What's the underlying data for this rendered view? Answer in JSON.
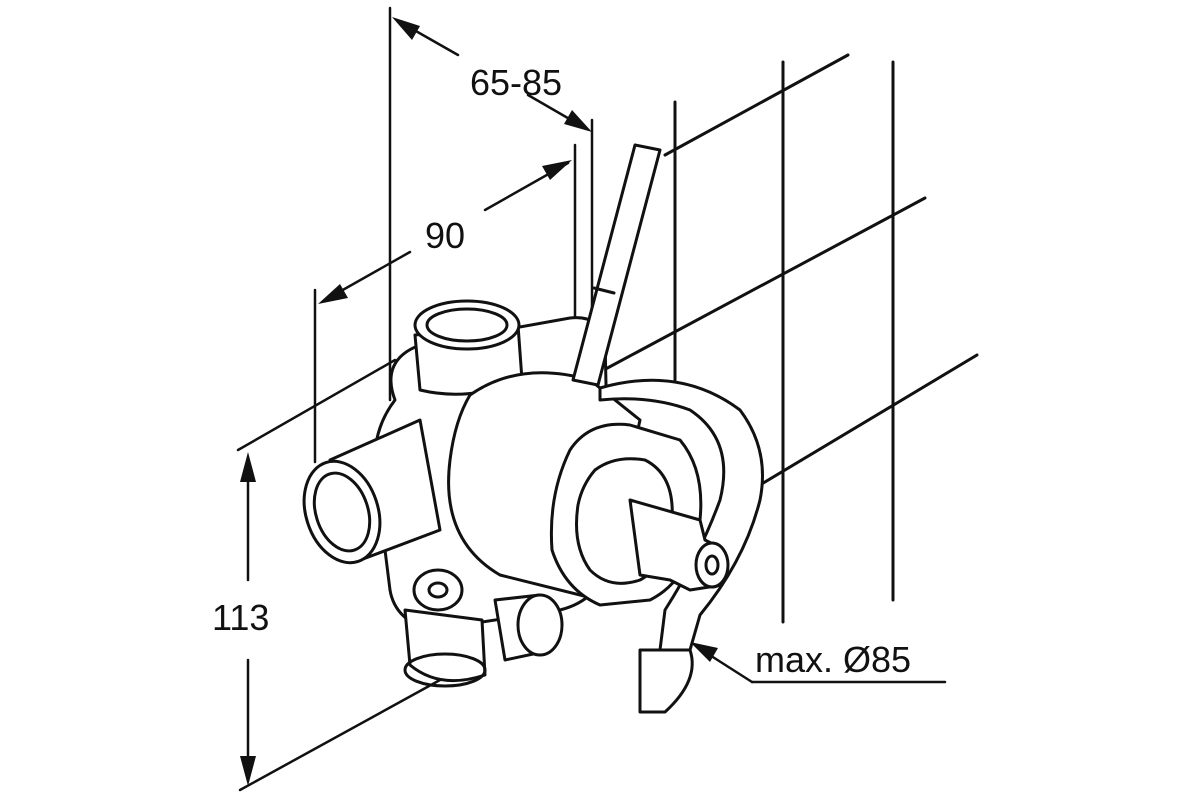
{
  "dimensions": {
    "depth_range": "65-85",
    "width": "90",
    "height": "113",
    "max_diameter": "max. Ø85"
  },
  "colors": {
    "line": "#111111",
    "background": "#ffffff"
  }
}
